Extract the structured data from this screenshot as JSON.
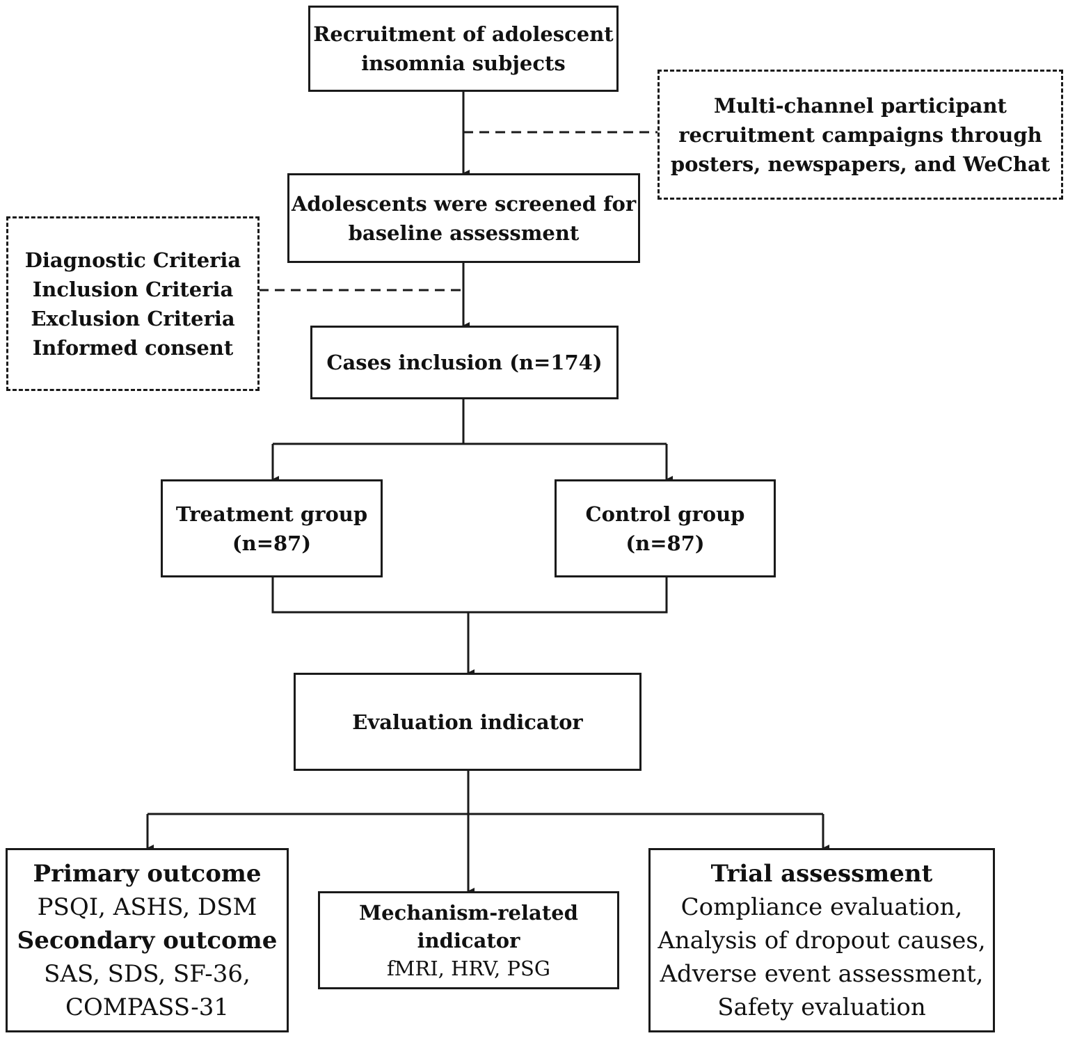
{
  "nodes": {
    "recruit": {
      "lines": [
        "Recruitment of adolescent",
        "insomnia subjects"
      ]
    },
    "campaign": {
      "lines": [
        "Multi-channel participant",
        "recruitment campaigns through",
        "posters, newspapers, and WeChat"
      ]
    },
    "screen": {
      "lines": [
        "Adolescents were screened for",
        "baseline assessment"
      ]
    },
    "criteria": {
      "lines": [
        "Diagnostic Criteria",
        "Inclusion Criteria",
        "Exclusion Criteria",
        "Informed consent"
      ]
    },
    "cases": {
      "text": "Cases inclusion (n=174)"
    },
    "treatment": {
      "lines": [
        "Treatment group",
        "(n=87)"
      ]
    },
    "control": {
      "lines": [
        "Control group",
        "(n=87)"
      ]
    },
    "evaluation": {
      "text": "Evaluation indicator"
    },
    "outcomes": {
      "primary_heading": "Primary outcome",
      "primary_items": "PSQI, ASHS, DSM",
      "secondary_heading": "Secondary outcome",
      "secondary_items": [
        "SAS, SDS, SF-36,",
        "COMPASS-31"
      ]
    },
    "mechanism": {
      "lines": [
        "Mechanism-related",
        "indicator"
      ],
      "items": "fMRI, HRV, PSG"
    },
    "trial": {
      "heading": "Trial assessment",
      "items": [
        "Compliance evaluation,",
        "Analysis of dropout causes,",
        "Adverse event assessment,",
        "Safety evaluation"
      ]
    }
  }
}
